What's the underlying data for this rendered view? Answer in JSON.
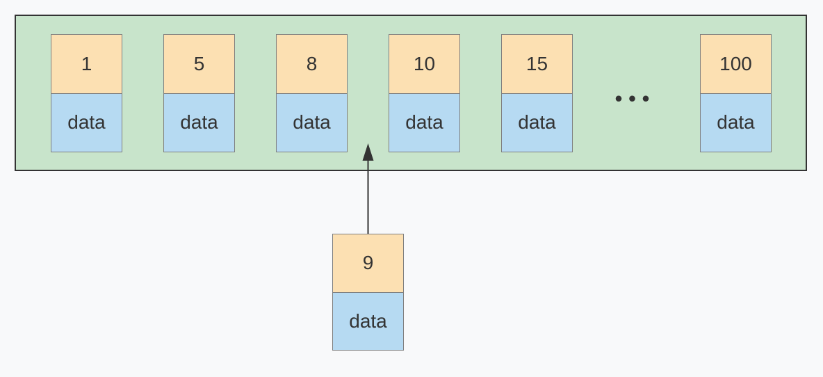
{
  "colors": {
    "page_bg": "#f8f9fa",
    "container_fill": "#c8e4cb",
    "container_border": "#333333",
    "key_fill": "#fce0b2",
    "data_fill": "#b6daf2",
    "node_border": "#7f7f7f",
    "text_color": "#333333",
    "arrow_color": "#333333"
  },
  "list": {
    "nodes": [
      {
        "key": "1",
        "value": "data"
      },
      {
        "key": "5",
        "value": "data"
      },
      {
        "key": "8",
        "value": "data"
      },
      {
        "key": "10",
        "value": "data"
      },
      {
        "key": "15",
        "value": "data"
      },
      {
        "key": "100",
        "value": "data"
      }
    ],
    "ellipsis": "•••"
  },
  "insert": {
    "key": "9",
    "value": "data"
  }
}
